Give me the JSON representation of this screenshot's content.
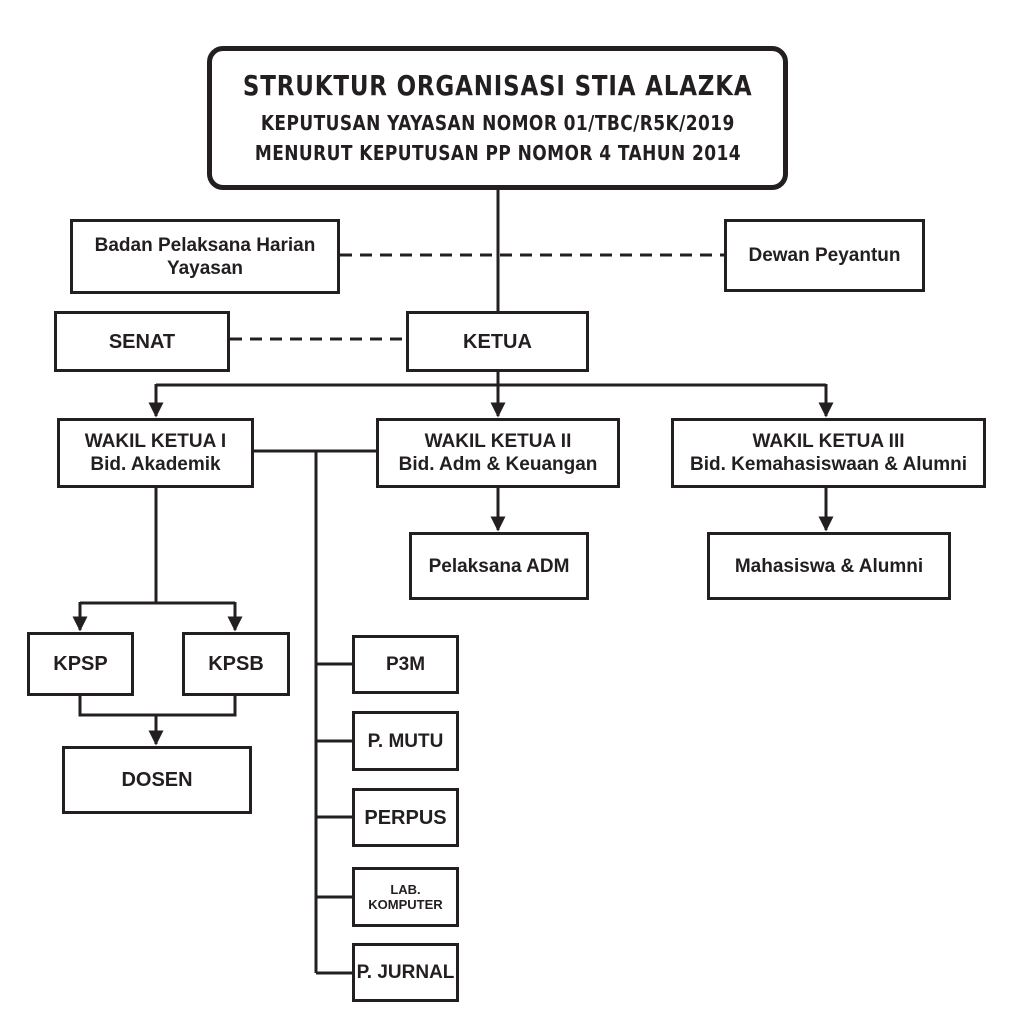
{
  "header": {
    "title": "STRUKTUR ORGANISASI STIA ALAZKA",
    "line1": "KEPUTUSAN YAYASAN NOMOR 01/TBC/R5K/2019",
    "line2": "MENURUT KEPUTUSAN PP NOMOR 4 TAHUN 2014"
  },
  "nodes": {
    "bph": {
      "line1": "Badan Pelaksana Harian",
      "line2": "Yayasan"
    },
    "dewan": "Dewan Peyantun",
    "senat": "SENAT",
    "ketua": "KETUA",
    "wk1": {
      "line1": "WAKIL KETUA I",
      "line2": "Bid. Akademik"
    },
    "wk2": {
      "line1": "WAKIL KETUA II",
      "line2": "Bid. Adm & Keuangan"
    },
    "wk3": {
      "line1": "WAKIL KETUA III",
      "line2": "Bid. Kemahasiswaan & Alumni"
    },
    "pelaksana_adm": "Pelaksana ADM",
    "mahasiswa": "Mahasiswa & Alumni",
    "kpsp": "KPSP",
    "kpsb": "KPSB",
    "dosen": "DOSEN",
    "p3m": "P3M",
    "pmutu": "P. MUTU",
    "perpus": "PERPUS",
    "lab": {
      "line1": "LAB.",
      "line2": "KOMPUTER"
    },
    "pjurnal": "P. JURNAL"
  },
  "colors": {
    "line": "#231f20",
    "background": "#ffffff"
  }
}
